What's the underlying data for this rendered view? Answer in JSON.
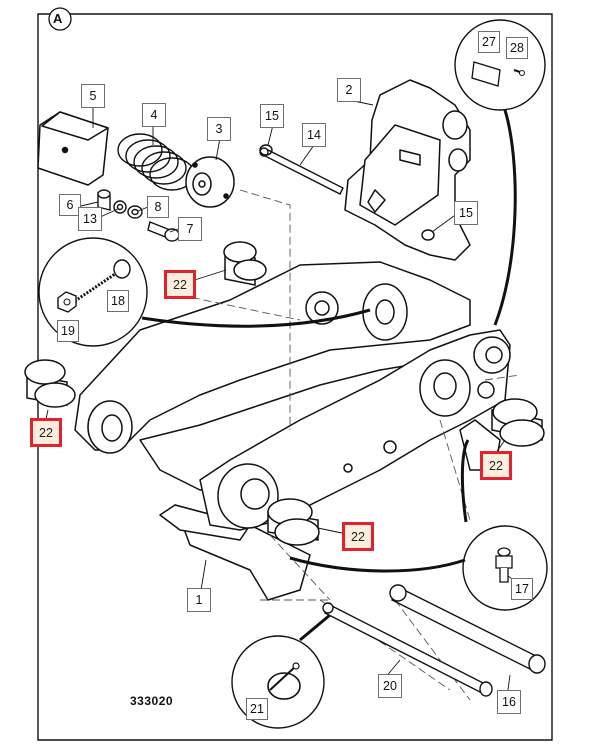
{
  "sheet": {
    "view_letter": "A",
    "drawing_number": "333020"
  },
  "callouts": [
    {
      "id": "c1",
      "text": "1",
      "highlight": false
    },
    {
      "id": "c2",
      "text": "2",
      "highlight": false
    },
    {
      "id": "c3",
      "text": "3",
      "highlight": false
    },
    {
      "id": "c4",
      "text": "4",
      "highlight": false
    },
    {
      "id": "c5",
      "text": "5",
      "highlight": false
    },
    {
      "id": "c6",
      "text": "6",
      "highlight": false
    },
    {
      "id": "c7",
      "text": "7",
      "highlight": false
    },
    {
      "id": "c8",
      "text": "8",
      "highlight": false
    },
    {
      "id": "c13",
      "text": "13",
      "highlight": false
    },
    {
      "id": "c14",
      "text": "14",
      "highlight": false
    },
    {
      "id": "c15a",
      "text": "15",
      "highlight": false
    },
    {
      "id": "c15b",
      "text": "15",
      "highlight": false
    },
    {
      "id": "c16",
      "text": "16",
      "highlight": false
    },
    {
      "id": "c17",
      "text": "17",
      "highlight": false
    },
    {
      "id": "c18",
      "text": "18",
      "highlight": false
    },
    {
      "id": "c19",
      "text": "19",
      "highlight": false
    },
    {
      "id": "c20",
      "text": "20",
      "highlight": false
    },
    {
      "id": "c21",
      "text": "21",
      "highlight": false
    },
    {
      "id": "c22a",
      "text": "22",
      "highlight": true
    },
    {
      "id": "c22b",
      "text": "22",
      "highlight": true
    },
    {
      "id": "c22c",
      "text": "22",
      "highlight": true
    },
    {
      "id": "c22d",
      "text": "22",
      "highlight": true
    },
    {
      "id": "c27",
      "text": "27",
      "highlight": false
    },
    {
      "id": "c28",
      "text": "28",
      "highlight": false
    }
  ]
}
